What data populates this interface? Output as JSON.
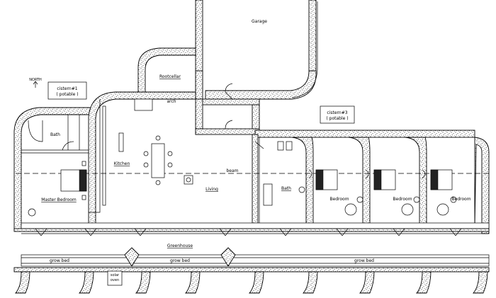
{
  "rooms": {
    "garage": "Garage",
    "rootcellar": "Rootcellar",
    "arch": "arch",
    "bath_left": "Bath",
    "kitchen": "Kitchen",
    "master_bedroom": "Master  Bedroom",
    "living": "Living",
    "beam": "beam",
    "bath_right": "Bath",
    "bedroom_1": "Bedroom",
    "bedroom_2": "Bedroom",
    "bedroom_3": "Bedroom",
    "greenhouse": "Greenhouse",
    "grow_bed_1": "grow  bed",
    "grow_bed_2": "grow  bed",
    "grow_bed_3": "grow  bed",
    "solar_oven_line1": "solar",
    "solar_oven_line2": "oven"
  },
  "cisterns": {
    "cistern1_line1": "cistern#1",
    "cistern1_line2": "( potable )",
    "cistern3_line1": "cistern#3",
    "cistern3_line2": "( potable )"
  },
  "north": {
    "label": "NORTH",
    "icon": "north-arrow-icon"
  }
}
